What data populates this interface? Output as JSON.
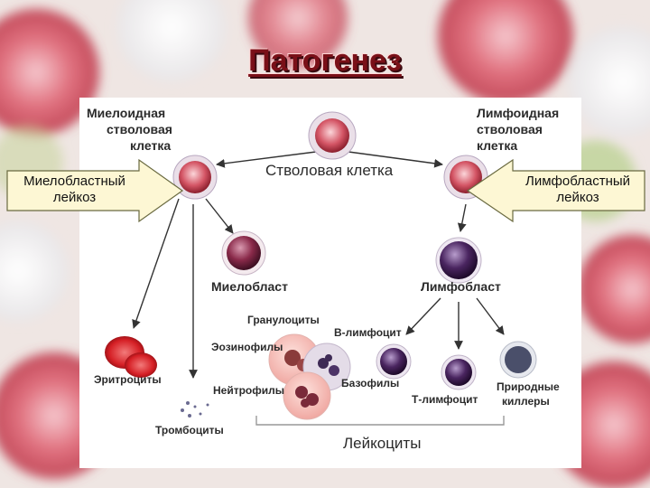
{
  "title": "Патогенез",
  "diagram": {
    "stem_cell": "Стволовая клетка",
    "myeloid_stem": [
      "Миелоидная",
      "стволовая",
      "клетка"
    ],
    "lymphoid_stem": [
      "Лимфоидная",
      "стволовая",
      "клетка"
    ],
    "myeloblast": "Миелобласт",
    "lymphoblast": "Лимфобласт",
    "granulocytes": "Гранулоциты",
    "b_lymphocyte": "В-лимфоцит",
    "eosinophils": "Эозинофилы",
    "erythrocytes": "Эритроциты",
    "neutrophils": "Нейтрофилы",
    "basophils": "Базофилы",
    "t_lymphocyte": "Т-лимфоцит",
    "natural_killers": [
      "Природные",
      "киллеры"
    ],
    "thrombocytes": "Тромбоциты",
    "leukocytes": "Лейкоциты"
  },
  "callouts": {
    "left": [
      "Миелобластный",
      "лейкоз"
    ],
    "right": [
      "Лимфобластный",
      "лейкоз"
    ]
  },
  "colors": {
    "title": "#7a1018",
    "cell_red": "#c8242e",
    "cell_purple": "#3b2050"
  }
}
